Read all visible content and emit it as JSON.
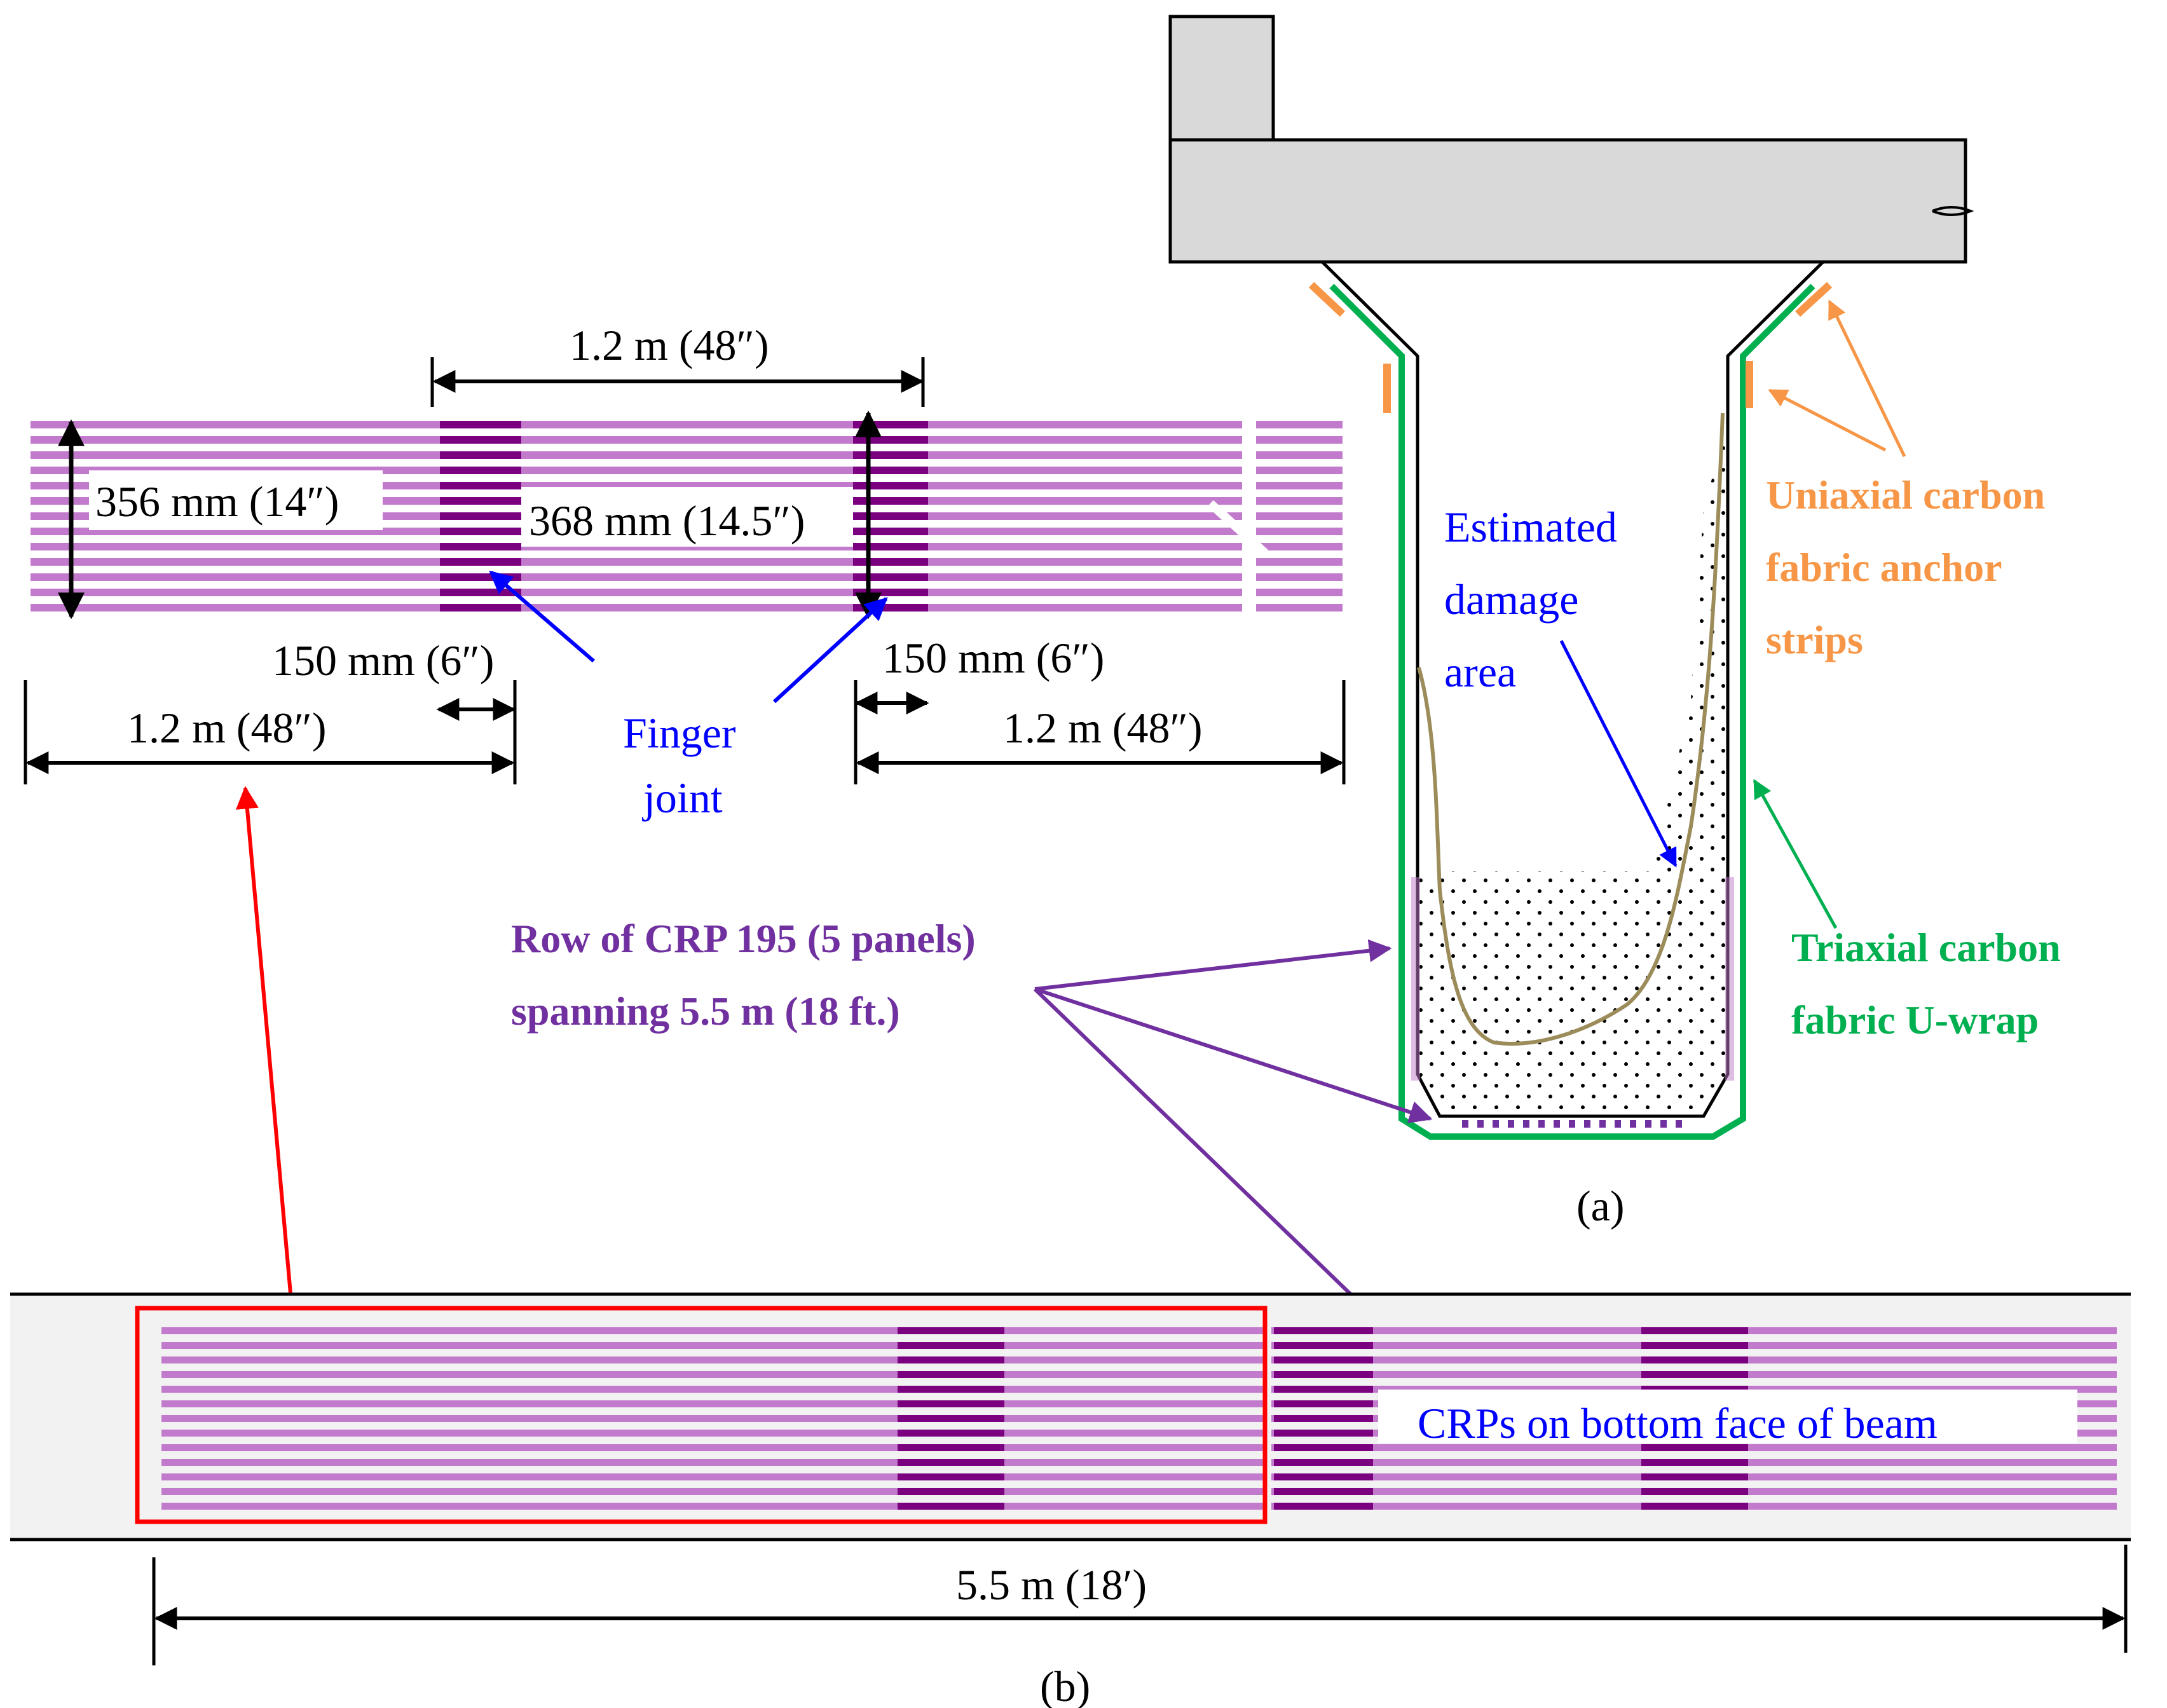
{
  "colors": {
    "panel_light": "#c27bcc",
    "panel_dark": "#7a0080",
    "purple_label": "#7030a0",
    "blue_label": "#0000ff",
    "green": "#00b050",
    "orange": "#f79646",
    "red": "#ff0000",
    "tan": "#9b8c5a",
    "concrete": "#d9d9d9",
    "beam_strip": "#f2f2f2"
  },
  "panel_detail": {
    "dims": {
      "overall_width": "1.2 m (48″)",
      "height_panel": "356 mm (14″)",
      "height_joint": "368 mm (14.5″)",
      "joint_width_left": "150 mm (6″)",
      "joint_width_right": "150 mm (6″)",
      "left_span": "1.2 m (48″)",
      "right_span": "1.2 m (48″)"
    },
    "finger_joint_label": [
      "Finger",
      "joint"
    ]
  },
  "cross_section": {
    "damage_label": [
      "Estimated",
      "damage",
      "area"
    ],
    "anchor_label": [
      "Uniaxial carbon",
      "fabric anchor",
      "strips"
    ],
    "uwrap_label": [
      "Triaxial carbon",
      "fabric U-wrap"
    ],
    "crp_row_label": [
      "Row of CRP 195 (5 panels)",
      "spanning 5.5 m (18 ft.)"
    ],
    "caption": "(a)"
  },
  "beam_bottom": {
    "crp_label": "CRPs on bottom face of beam",
    "span_label": "5.5 m (18′)",
    "caption": "(b)"
  }
}
